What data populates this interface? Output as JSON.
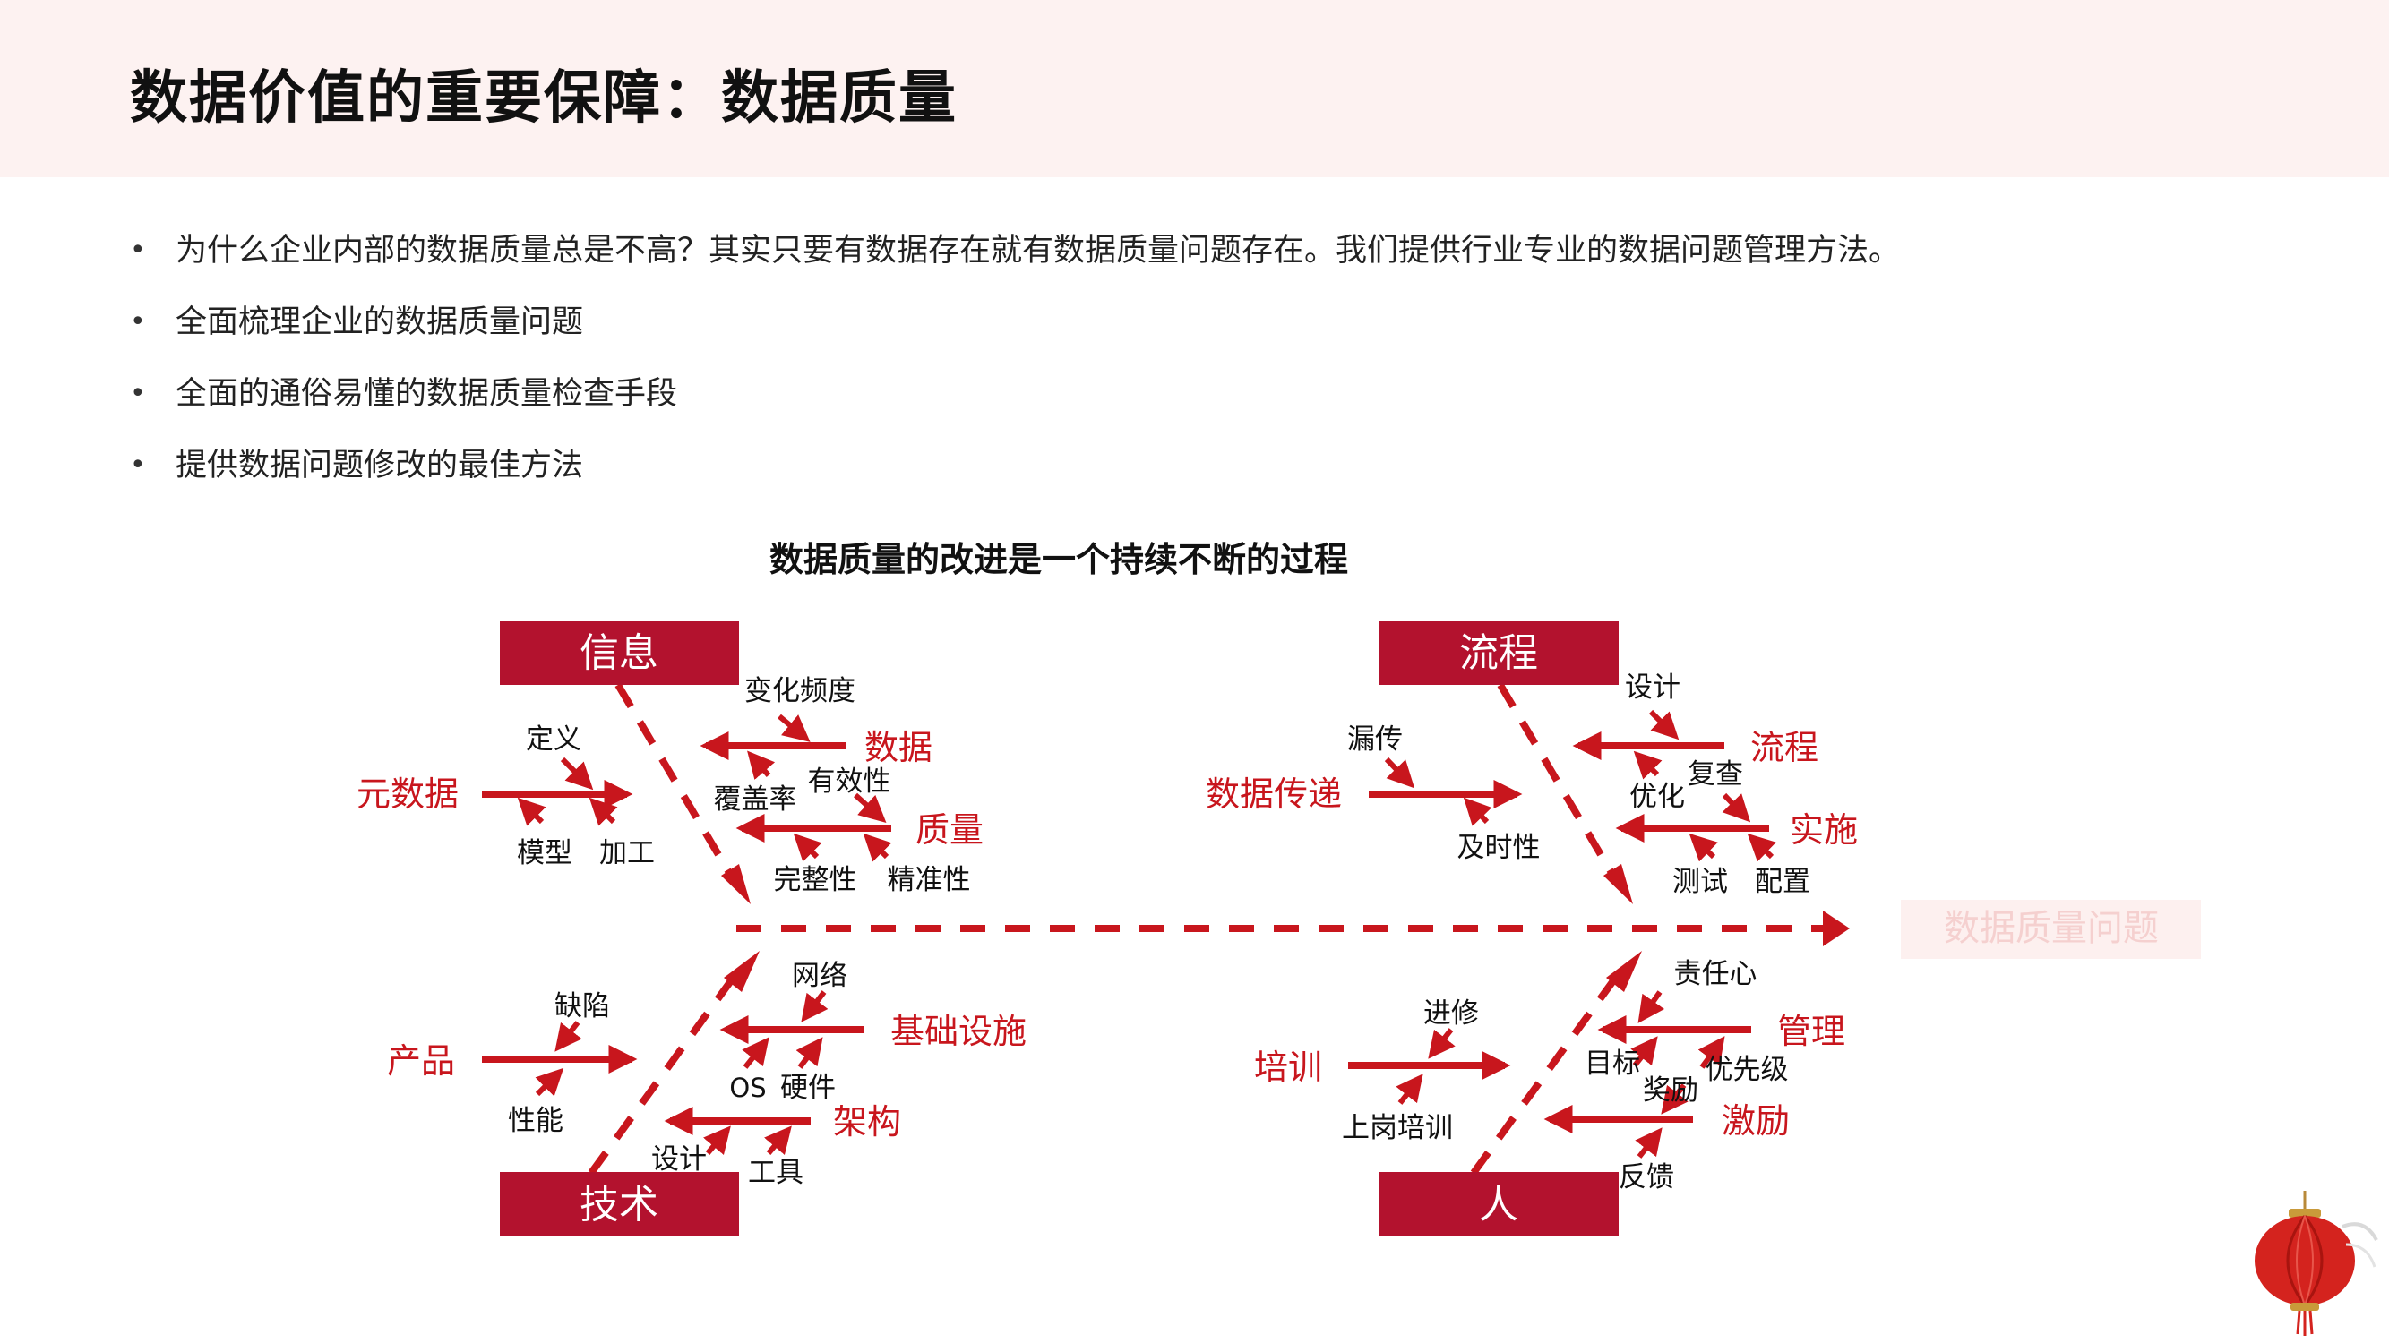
{
  "page": {
    "title": "数据价值的重要保障：数据质量"
  },
  "bullets": [
    "为什么企业内部的数据质量总是不高？其实只要有数据存在就有数据质量问题存在。我们提供行业专业的数据问题管理方法。",
    "全面梳理企业的数据质量问题",
    "全面的通俗易懂的数据质量检查手段",
    "提供数据问题修改的最佳方法"
  ],
  "bullet_symbol": "•",
  "diagram": {
    "title": "数据质量的改进是一个持续不断的过程",
    "head_label": "数据质量问题",
    "categories": {
      "info": "信息",
      "process": "流程",
      "tech": "技术",
      "people": "人"
    },
    "causes": {
      "metadata": "元数据",
      "data": "数据",
      "quality": "质量",
      "data_transfer": "数据传递",
      "flow": "流程",
      "implementation": "实施",
      "product": "产品",
      "infrastructure": "基础设施",
      "architecture": "架构",
      "training": "培训",
      "management": "管理",
      "incentive": "激励"
    },
    "subcauses": {
      "definition": "定义",
      "model": "模型",
      "processing": "加工",
      "change_freq": "变化频度",
      "coverage": "覆盖率",
      "validity": "有效性",
      "completeness": "完整性",
      "accuracy": "精准性",
      "omission": "漏传",
      "timeliness": "及时性",
      "design": "设计",
      "review": "复查",
      "optimize": "优化",
      "test": "测试",
      "config": "配置",
      "defect": "缺陷",
      "performance": "性能",
      "network": "网络",
      "os": "OS",
      "hardware": "硬件",
      "arch_design": "设计",
      "tools": "工具",
      "advanced": "进修",
      "onboarding": "上岗培训",
      "responsibility": "责任心",
      "goal": "目标",
      "reward": "奖励",
      "priority": "优先级",
      "feedback": "反馈"
    }
  },
  "colors": {
    "accent": "#c8161d",
    "category_box": "#b3122e",
    "header_bg": "#fdf2f1",
    "text": "#111111"
  },
  "icons": {
    "decoration": "red-lantern-icon"
  }
}
